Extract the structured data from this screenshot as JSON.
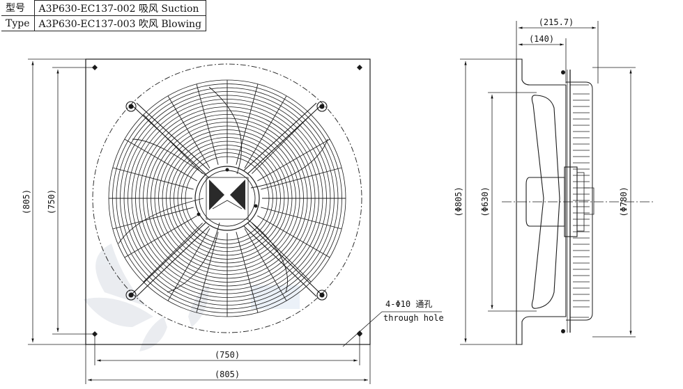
{
  "spec_table": {
    "rows": [
      {
        "label": "型号",
        "value": "A3P630-EC137-002 吸风 Suction"
      },
      {
        "label": "Type",
        "value": "A3P630-EC137-003 吹风 Blowing"
      }
    ]
  },
  "front_view": {
    "dim_height_outer": "(805)",
    "dim_height_inner": "(750)",
    "dim_width_inner": "(750)",
    "dim_width_outer": "(805)",
    "hole_note_top": "4-Φ10 通孔",
    "hole_note_bottom": "through hole"
  },
  "side_view": {
    "dim_depth_total": "(215.7)",
    "dim_depth_part": "(140)",
    "dim_diameter_outer": "(Φ805)",
    "dim_diameter_blade": "(Φ630)",
    "dim_diameter_guard": "(Φ780)"
  },
  "colors": {
    "line": "#1a1a1a",
    "watermark": "#c9d3e0"
  }
}
